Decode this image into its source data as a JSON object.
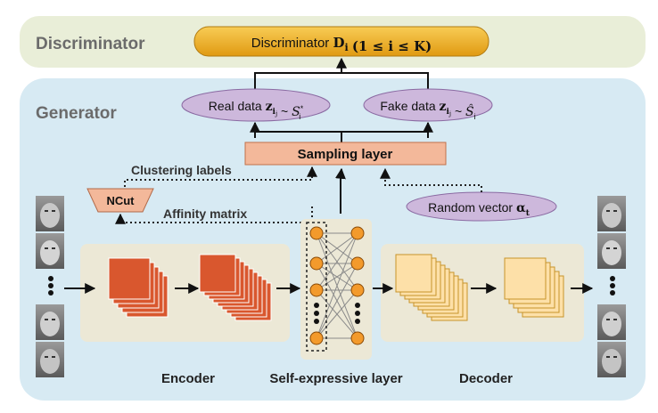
{
  "discriminator_panel": {
    "title": "Discriminator",
    "pill_text": "Discriminator",
    "pill_math": "D",
    "pill_sub": "i",
    "pill_cond": "(1 ≤ i ≤ K)"
  },
  "generator_panel": {
    "title": "Generator"
  },
  "data_ellipses": {
    "real": {
      "label": "Real data",
      "math": "z",
      "sub": "i",
      "subsub": "j",
      "rel": "~",
      "set": "S",
      "set_sub": "i",
      "set_sup": "*"
    },
    "fake": {
      "label": "Fake data",
      "math": "z",
      "sub": "i",
      "subsub": "j",
      "rel": "~",
      "set": "Ŝ",
      "set_sub": "i"
    }
  },
  "sampling_layer": {
    "label": "Sampling layer"
  },
  "labels": {
    "clustering_labels": "Clustering labels",
    "ncut": "NCut",
    "affinity_matrix": "Affinity matrix",
    "random_vector": "Random vector",
    "random_vector_math": "α",
    "random_vector_sub": "t"
  },
  "stage_labels": {
    "encoder": "Encoder",
    "self_expressive": "Self-expressive layer",
    "decoder": "Decoder"
  },
  "colors": {
    "discriminator_bg": "#e9eed8",
    "generator_bg": "#d7eaf3",
    "pill": "#f0b228",
    "ellipse": "#cdb8dc",
    "sampling": "#f3b89a",
    "encoder_block": "#d9572e",
    "decoder_block": "#fde0a8",
    "stage_bg": "#ece8d6",
    "node": "#f39a2c"
  }
}
